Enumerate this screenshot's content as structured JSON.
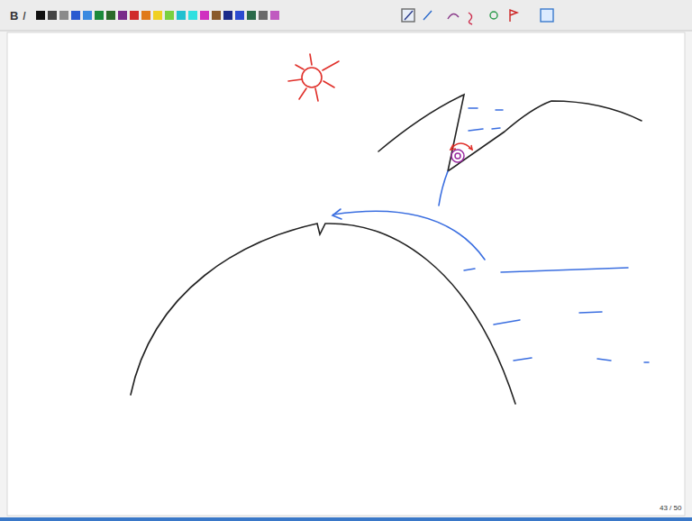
{
  "diagram": {
    "labels": [
      "B",
      "I",
      "43 / 50"
    ]
  }
}
